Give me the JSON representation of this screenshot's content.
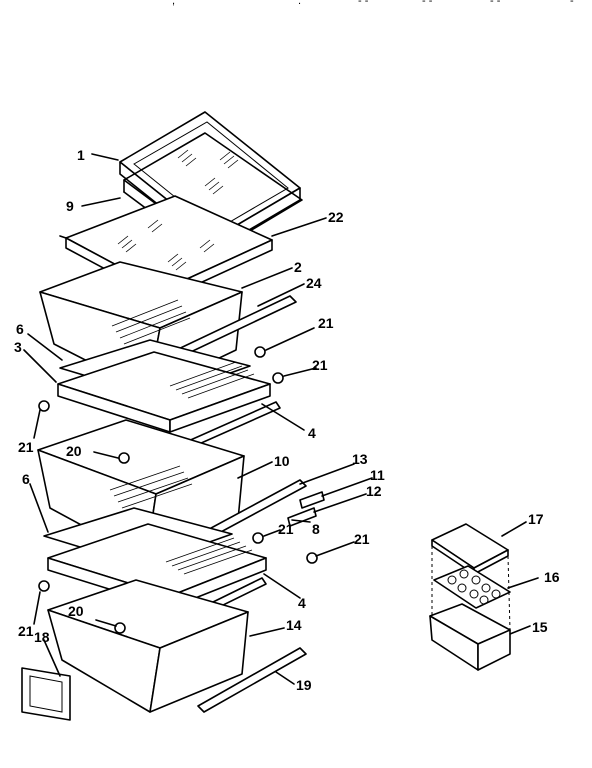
{
  "header_fragments": [
    ",",
    ".",
    "-  -",
    "-   -",
    "-  -",
    "-"
  ],
  "callouts": [
    {
      "id": "c1",
      "label": "1"
    },
    {
      "id": "c9",
      "label": "9"
    },
    {
      "id": "c22",
      "label": "22"
    },
    {
      "id": "c2",
      "label": "2"
    },
    {
      "id": "c24",
      "label": "24"
    },
    {
      "id": "c21a",
      "label": "21"
    },
    {
      "id": "c6a",
      "label": "6"
    },
    {
      "id": "c3",
      "label": "3"
    },
    {
      "id": "c21b",
      "label": "21"
    },
    {
      "id": "c21c",
      "label": "21"
    },
    {
      "id": "c4a",
      "label": "4"
    },
    {
      "id": "c20a",
      "label": "20"
    },
    {
      "id": "c10",
      "label": "10"
    },
    {
      "id": "c13",
      "label": "13"
    },
    {
      "id": "c11",
      "label": "11"
    },
    {
      "id": "c12",
      "label": "12"
    },
    {
      "id": "c6b",
      "label": "6"
    },
    {
      "id": "c21d",
      "label": "21"
    },
    {
      "id": "c8",
      "label": "8"
    },
    {
      "id": "c21e",
      "label": "21"
    },
    {
      "id": "c17",
      "label": "17"
    },
    {
      "id": "c16",
      "label": "16"
    },
    {
      "id": "c4b",
      "label": "4"
    },
    {
      "id": "c21f",
      "label": "21"
    },
    {
      "id": "c20b",
      "label": "20"
    },
    {
      "id": "c15",
      "label": "15"
    },
    {
      "id": "c14",
      "label": "14"
    },
    {
      "id": "c18",
      "label": "18"
    },
    {
      "id": "c19",
      "label": "19"
    }
  ]
}
